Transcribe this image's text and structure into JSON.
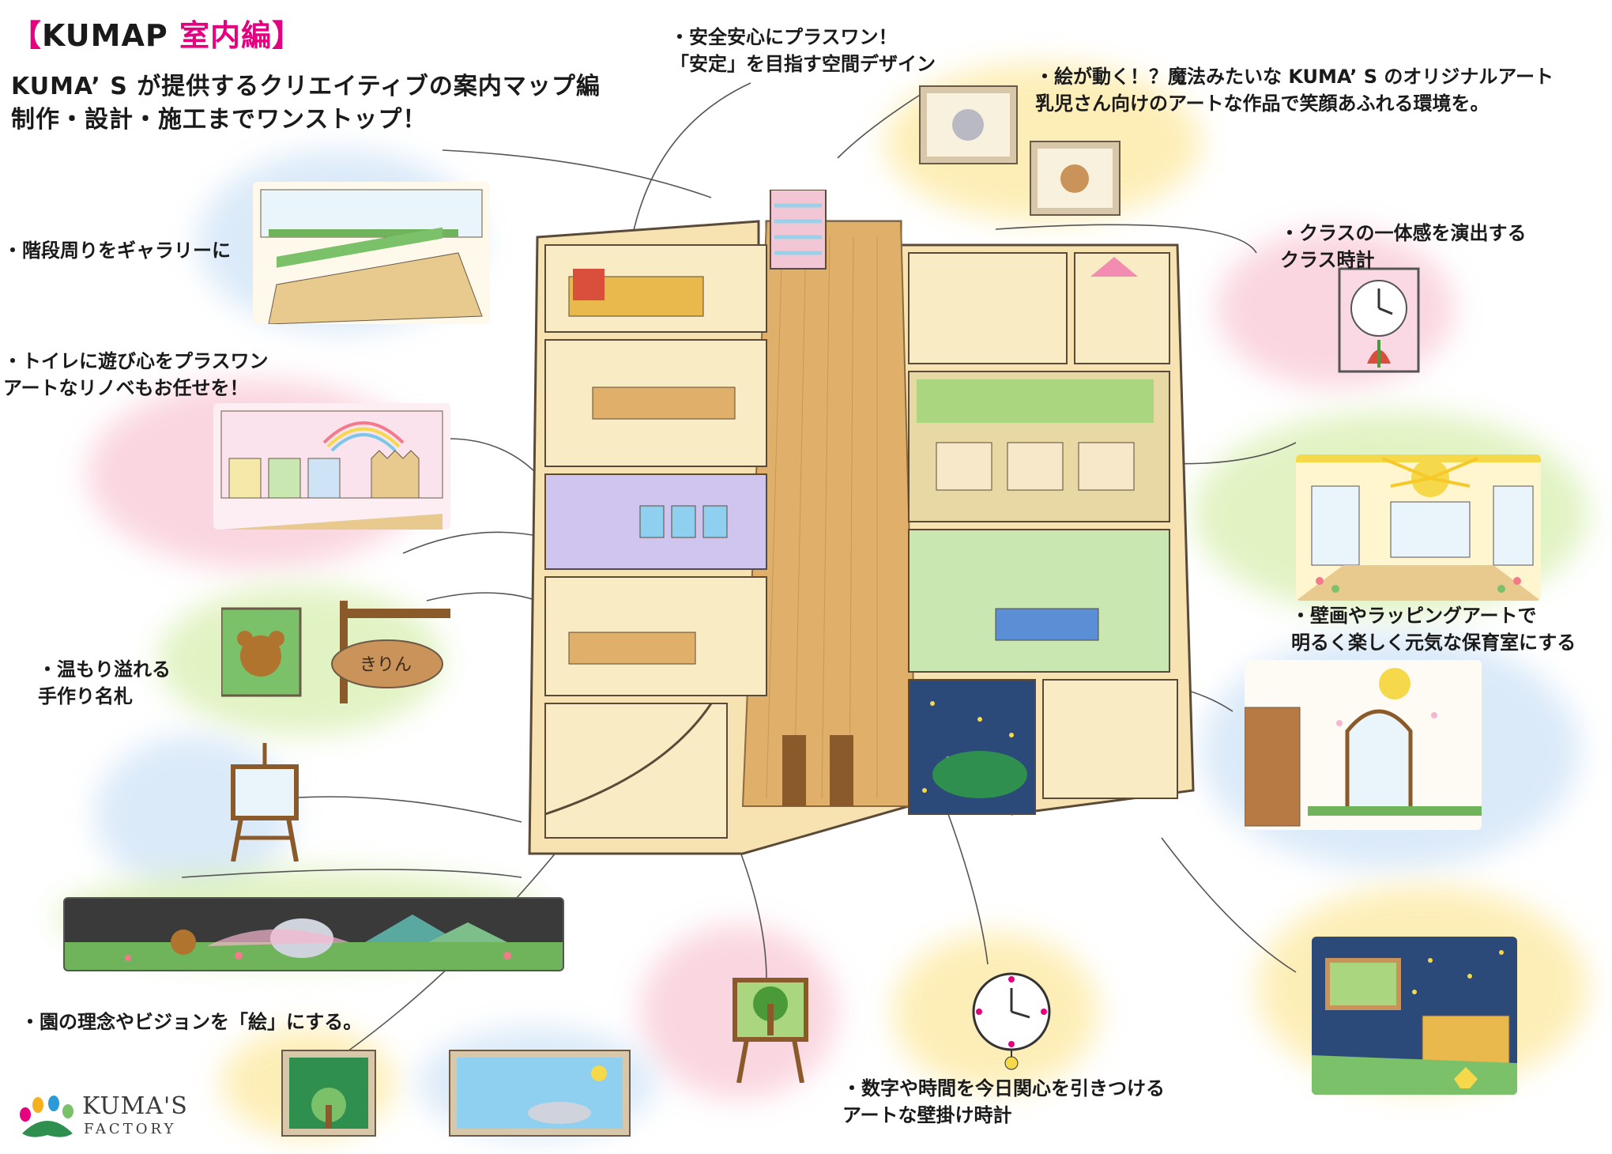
{
  "header": {
    "bracket_open": "【",
    "brand": "KUMAP",
    "section": "室内編",
    "bracket_close": "】",
    "line1": "KUMA’ S が提供するクリエイティブの案内マップ編",
    "line2": "制作・設計・施工までワンストップ！"
  },
  "notes": {
    "safety": "・安全安心にプラスワン！\n「安定」を目指す空間デザイン",
    "art": "・絵が動く！？魔法みたいな KUMA’ S のオリジナルアート\n乳児さん向けのアートな作品で笑顔あふれる環境を。",
    "stairs": "・階段周りをギャラリーに",
    "toilet": "・トイレに遊び心をプラスワン\nアートなリノベもお任せを！",
    "nameplate": "・温もり溢れる\n手作り名札",
    "vision": "・園の理念やビジョンを「絵」にする。",
    "class_clock": "・クラスの一体感を演出する\nクラス時計",
    "mural": "・壁画やラッピングアートで\n明るく楽しく元気な保育室にする",
    "wall_clock": "・数字や時間を今日関心を引きつける\nアートな壁掛け時計"
  },
  "sign_text": "きりん",
  "logo": {
    "line1": "KUMA'S",
    "line2": "FACTORY"
  },
  "colors": {
    "accent": "#e4007f",
    "floor": "#e0b06a",
    "wall": "#fbf0cf",
    "blob_yellow": "#fde9a0",
    "blob_pink": "#f9c9d6",
    "blob_blue": "#cfe3f7",
    "blob_green": "#d8efb0"
  }
}
